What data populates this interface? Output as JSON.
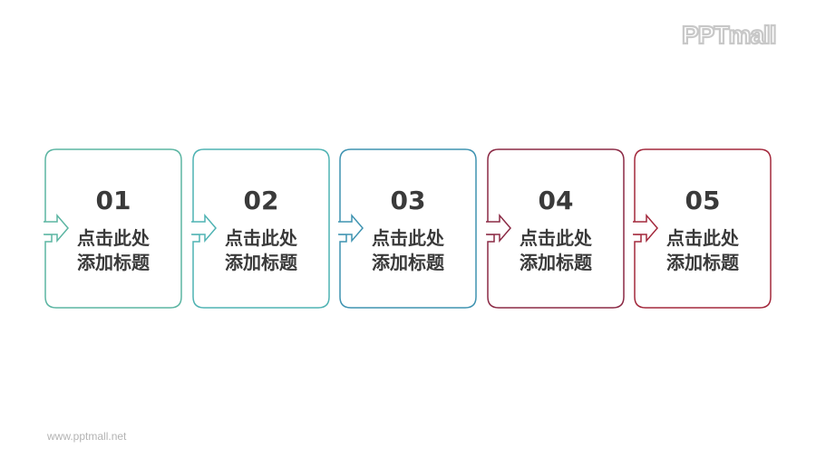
{
  "brand": {
    "logo_text": "PPTmall"
  },
  "footer": {
    "url": "www.pptmall.net"
  },
  "steps": [
    {
      "number": "01",
      "line1": "点击此处",
      "line2": "添加标题",
      "color": "#5bb5a2"
    },
    {
      "number": "02",
      "line1": "点击此处",
      "line2": "添加标题",
      "color": "#4fb3b3"
    },
    {
      "number": "03",
      "line1": "点击此处",
      "line2": "添加标题",
      "color": "#3f93b1"
    },
    {
      "number": "04",
      "line1": "点击此处",
      "line2": "添加标题",
      "color": "#8b2a45"
    },
    {
      "number": "05",
      "line1": "点击此处",
      "line2": "添加标题",
      "color": "#a3283c"
    }
  ]
}
